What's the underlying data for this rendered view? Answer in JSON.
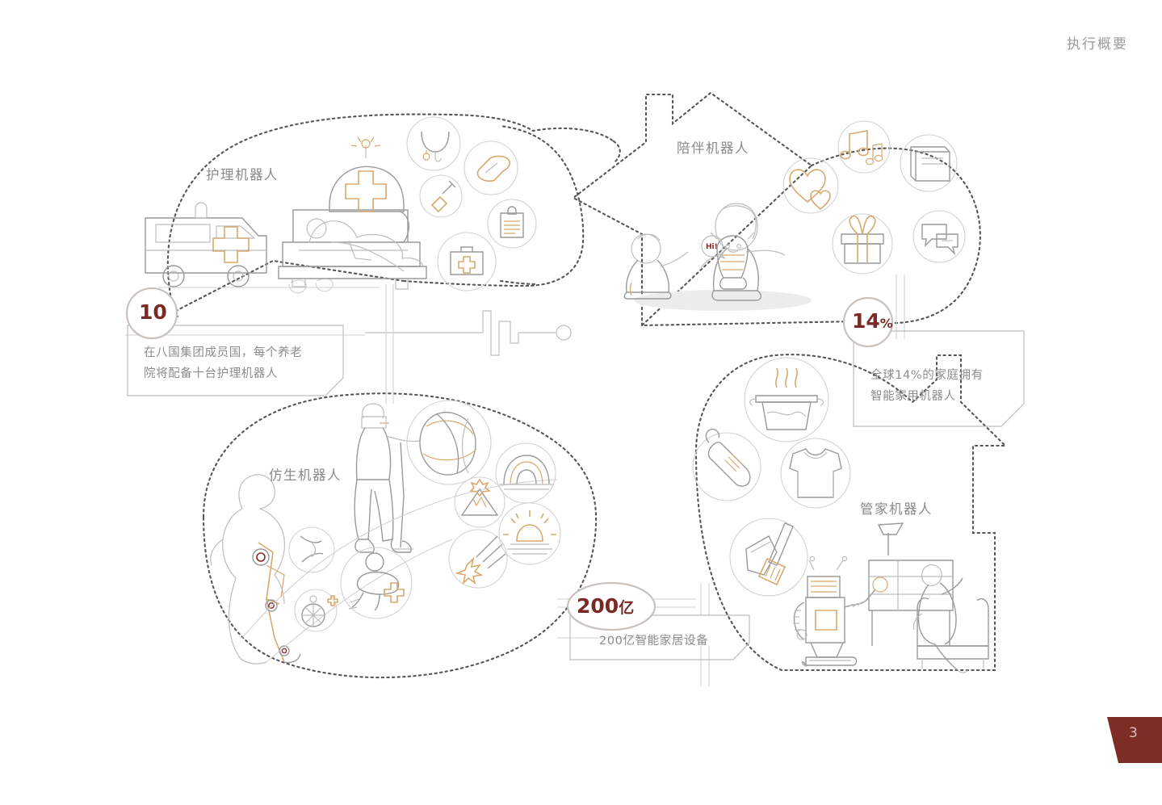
{
  "header": {
    "title": "执行概要"
  },
  "page": {
    "number": "3",
    "badge_color": "#7E2D26"
  },
  "palette": {
    "line": "#9a9a9a",
    "line_light": "#c4c4c4",
    "accent_orange": "#D9A86C",
    "accent_red": "#7a2a24",
    "text_gray": "#8a8a8a",
    "background": "#ffffff"
  },
  "categories": [
    {
      "id": "nursing",
      "label": "护理机器人",
      "icons": [
        "stethoscope-icon",
        "pill-icon",
        "syringe-icon",
        "clipboard-icon",
        "medical-kit-icon"
      ],
      "illustration": [
        "ambulance",
        "patient-on-bed",
        "nursing-robot-arm"
      ]
    },
    {
      "id": "companion",
      "label": "陪伴机器人",
      "icons": [
        "music-note-icon",
        "hearts-icon",
        "book-icon",
        "gift-icon",
        "chat-bubbles-icon"
      ],
      "illustration": [
        "child-sitting",
        "girl-with-robot",
        "speech-bubble"
      ]
    },
    {
      "id": "bionic",
      "label": "仿生机器人",
      "icons": [
        "eye-vision-icon",
        "joint-icon",
        "wheelchair-icon",
        "accident-icon",
        "mountain-icon",
        "shooting-star-icon",
        "rainbow-icon",
        "sunrise-icon"
      ],
      "illustration": [
        "runner-with-prosthetic-leg",
        "man-with-cane"
      ]
    },
    {
      "id": "butler",
      "label": "管家机器人",
      "icons": [
        "cooking-pot-icon",
        "baby-bottle-icon",
        "shirt-icon",
        "broom-dustpan-icon"
      ],
      "illustration": [
        "butler-robot",
        "woman-in-armchair",
        "desk-lamp"
      ]
    }
  ],
  "callouts": [
    {
      "id": "callout-10",
      "stat": "10",
      "text": "在八国集团成员国，每个养老\n院将配备十台护理机器人"
    },
    {
      "id": "callout-14",
      "stat": "14",
      "stat_suffix": "%",
      "text": "全球14%的家庭拥有\n智能家用机器人"
    },
    {
      "id": "callout-200",
      "stat": "200",
      "stat_suffix": "亿",
      "text": "200亿智能家居设备"
    }
  ],
  "speech": {
    "hi": "Hi!"
  }
}
